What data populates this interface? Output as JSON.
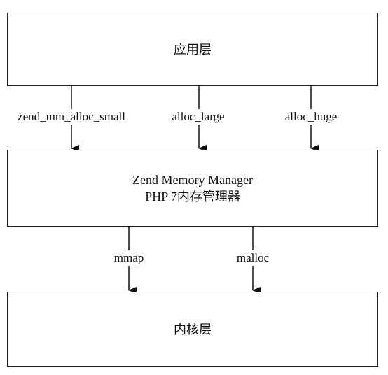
{
  "layers": {
    "application": "应用层",
    "memory_manager": {
      "line1": "Zend Memory Manager",
      "line2": "PHP 7内存管理器"
    },
    "kernel": "内核层"
  },
  "upper_arrows": [
    {
      "label": "zend_mm_alloc_small"
    },
    {
      "label": "alloc_large"
    },
    {
      "label": "alloc_huge"
    }
  ],
  "lower_arrows": [
    {
      "label": "mmap"
    },
    {
      "label": "malloc"
    }
  ]
}
